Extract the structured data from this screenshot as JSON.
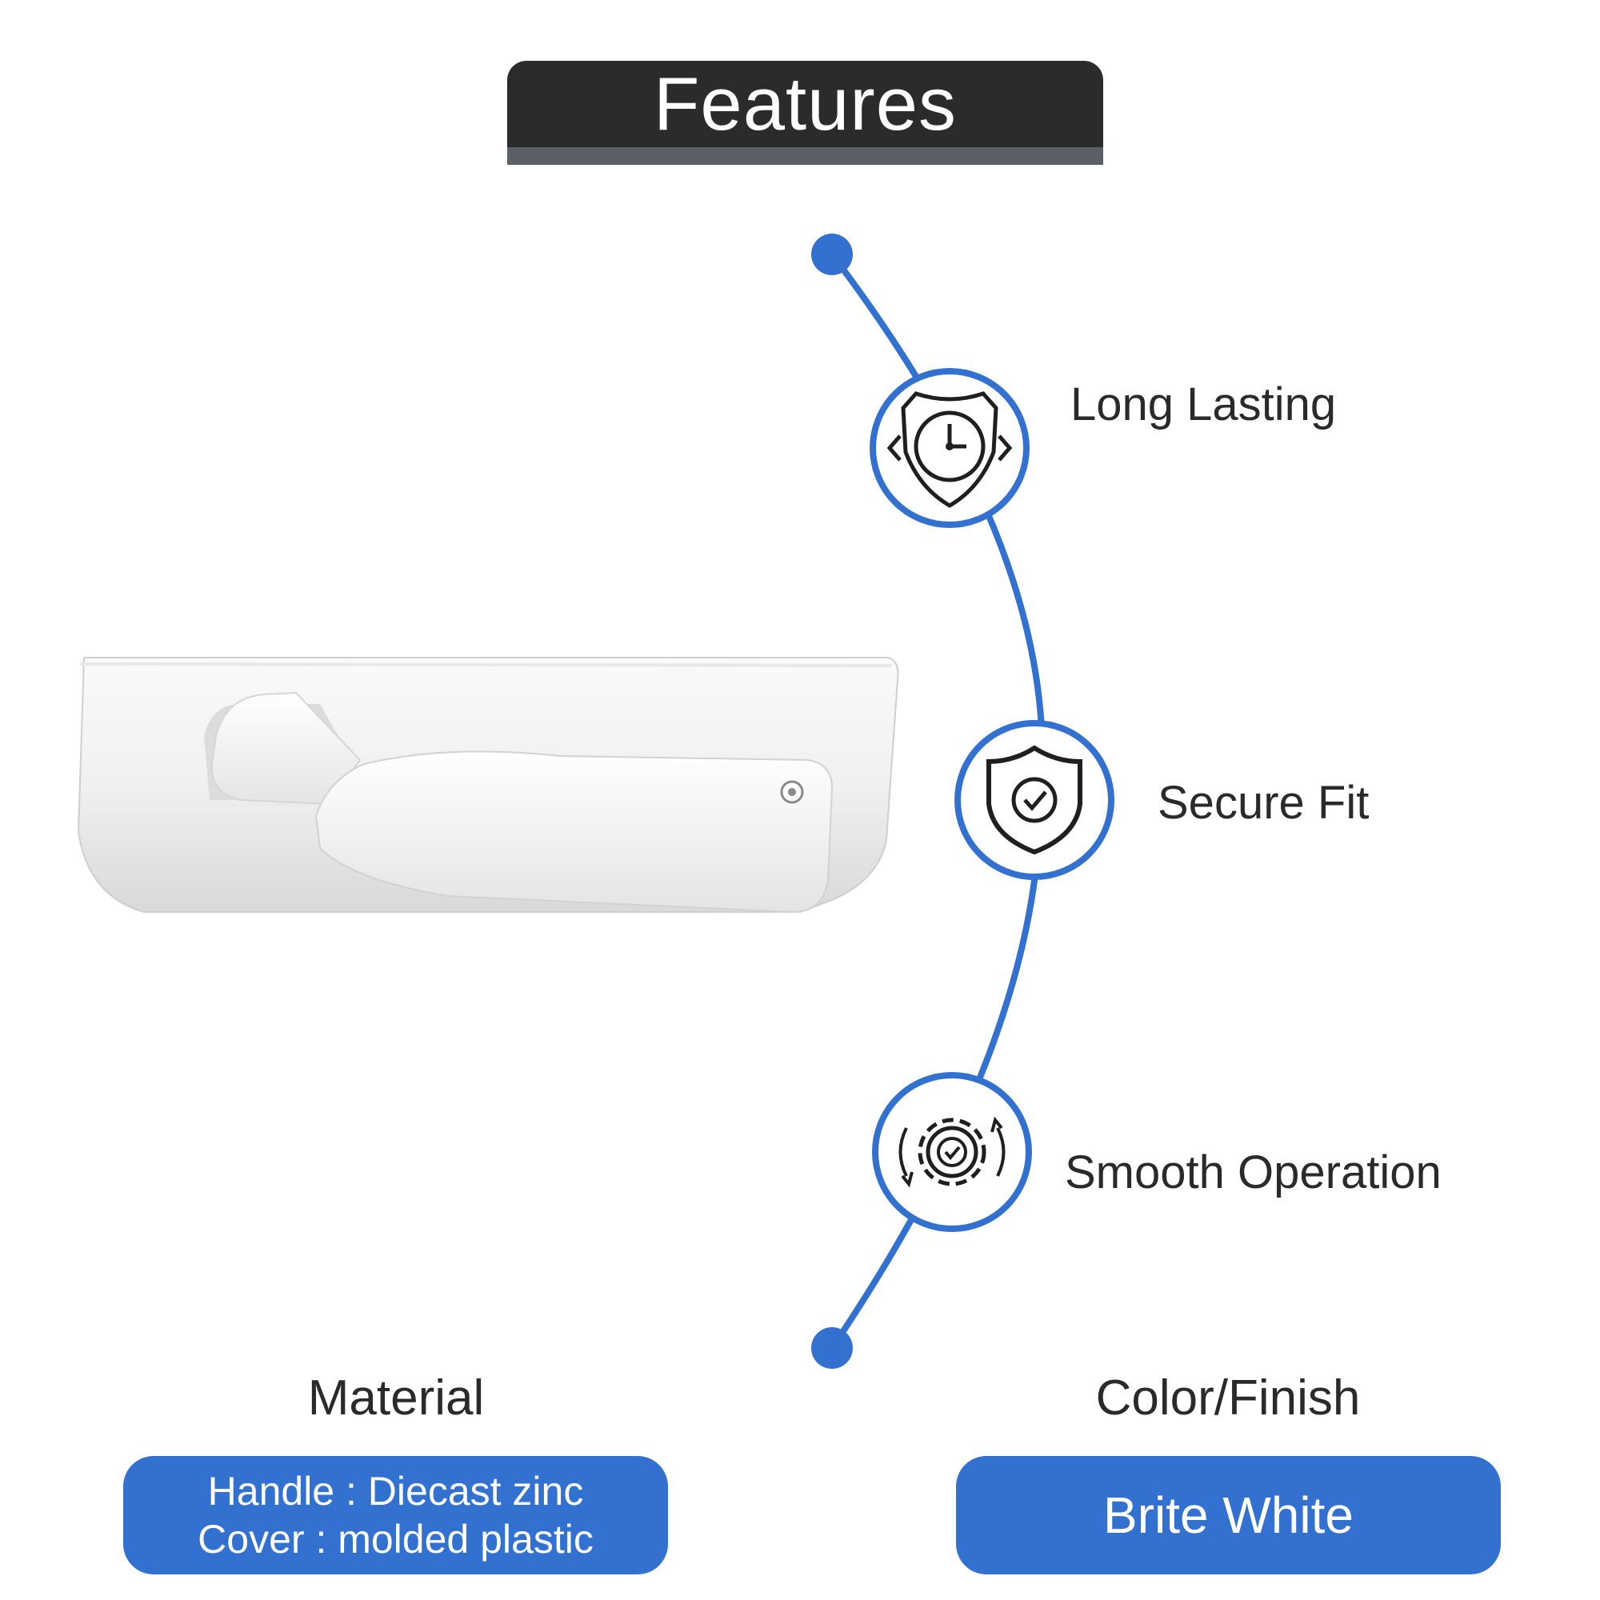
{
  "header": {
    "title": "Features"
  },
  "features": [
    {
      "label": "Long Lasting",
      "icon": "clock-shield-icon"
    },
    {
      "label": "Secure Fit",
      "icon": "shield-check-icon"
    },
    {
      "label": "Smooth Operation",
      "icon": "gear-check-icon"
    }
  ],
  "material": {
    "heading": "Material",
    "lines": [
      "Handle : Diecast zinc",
      "Cover : molded plastic"
    ]
  },
  "color_finish": {
    "heading": "Color/Finish",
    "value": "Brite White"
  },
  "product_image": {
    "icon": "window-lock-handle-image"
  },
  "colors": {
    "accent": "#3371d0",
    "banner": "#2b2b2b",
    "banner_strip": "#5b5f66",
    "text": "#2a2a2a"
  }
}
